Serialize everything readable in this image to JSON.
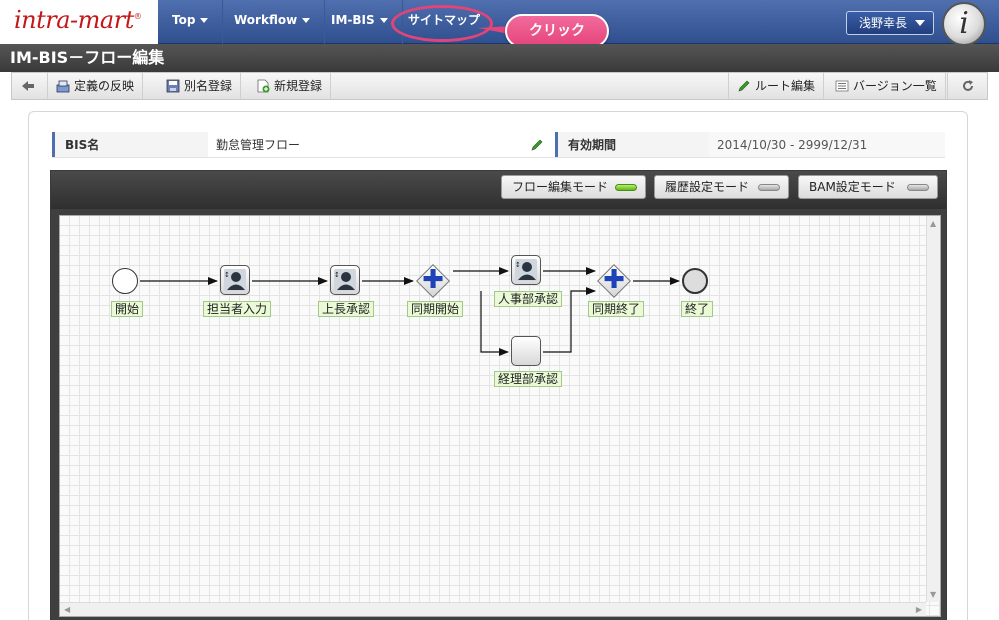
{
  "header": {
    "logo_text": "intra-mart",
    "logo_reg": "®",
    "nav": [
      {
        "label": "Top"
      },
      {
        "label": "Workflow"
      },
      {
        "label": "IM-BIS"
      },
      {
        "label": "サイトマップ"
      }
    ],
    "annotation_label": "クリック",
    "user_name": "浅野幸長",
    "info_badge": "i"
  },
  "page_title": "IM-BIS－フロー編集",
  "toolbar": {
    "back_icon": "arrow-left-icon",
    "left_buttons": [
      "定義の反映",
      "別名登録",
      "新規登録"
    ],
    "right_buttons": [
      "ルート編集",
      "バージョン一覧"
    ],
    "refresh_icon": "refresh-icon"
  },
  "info": {
    "bis_name_label": "BIS名",
    "bis_name_value": "勤怠管理フロー",
    "valid_period_label": "有効期間",
    "valid_period_value": "2014/10/30 - 2999/12/31"
  },
  "modes": [
    {
      "label": "フロー編集モード",
      "active": true
    },
    {
      "label": "履歴設定モード",
      "active": false
    },
    {
      "label": "BAM設定モード",
      "active": false
    }
  ],
  "flow": {
    "nodes": [
      {
        "id": "start",
        "label": "開始",
        "kind": "start-event"
      },
      {
        "id": "t1",
        "label": "担当者入力",
        "kind": "user-task"
      },
      {
        "id": "t2",
        "label": "上長承認",
        "kind": "user-task"
      },
      {
        "id": "g1",
        "label": "同期開始",
        "kind": "parallel-gateway"
      },
      {
        "id": "t3",
        "label": "人事部承認",
        "kind": "user-task"
      },
      {
        "id": "t4",
        "label": "経理部承認",
        "kind": "task"
      },
      {
        "id": "g2",
        "label": "同期終了",
        "kind": "parallel-gateway"
      },
      {
        "id": "end",
        "label": "終了",
        "kind": "end-event"
      }
    ]
  },
  "colors": {
    "nav_bg": "#3c5c9c",
    "highlight": "#e4457b",
    "label_bg": "#eafad6",
    "gateway_plus": "#1e43b8"
  }
}
